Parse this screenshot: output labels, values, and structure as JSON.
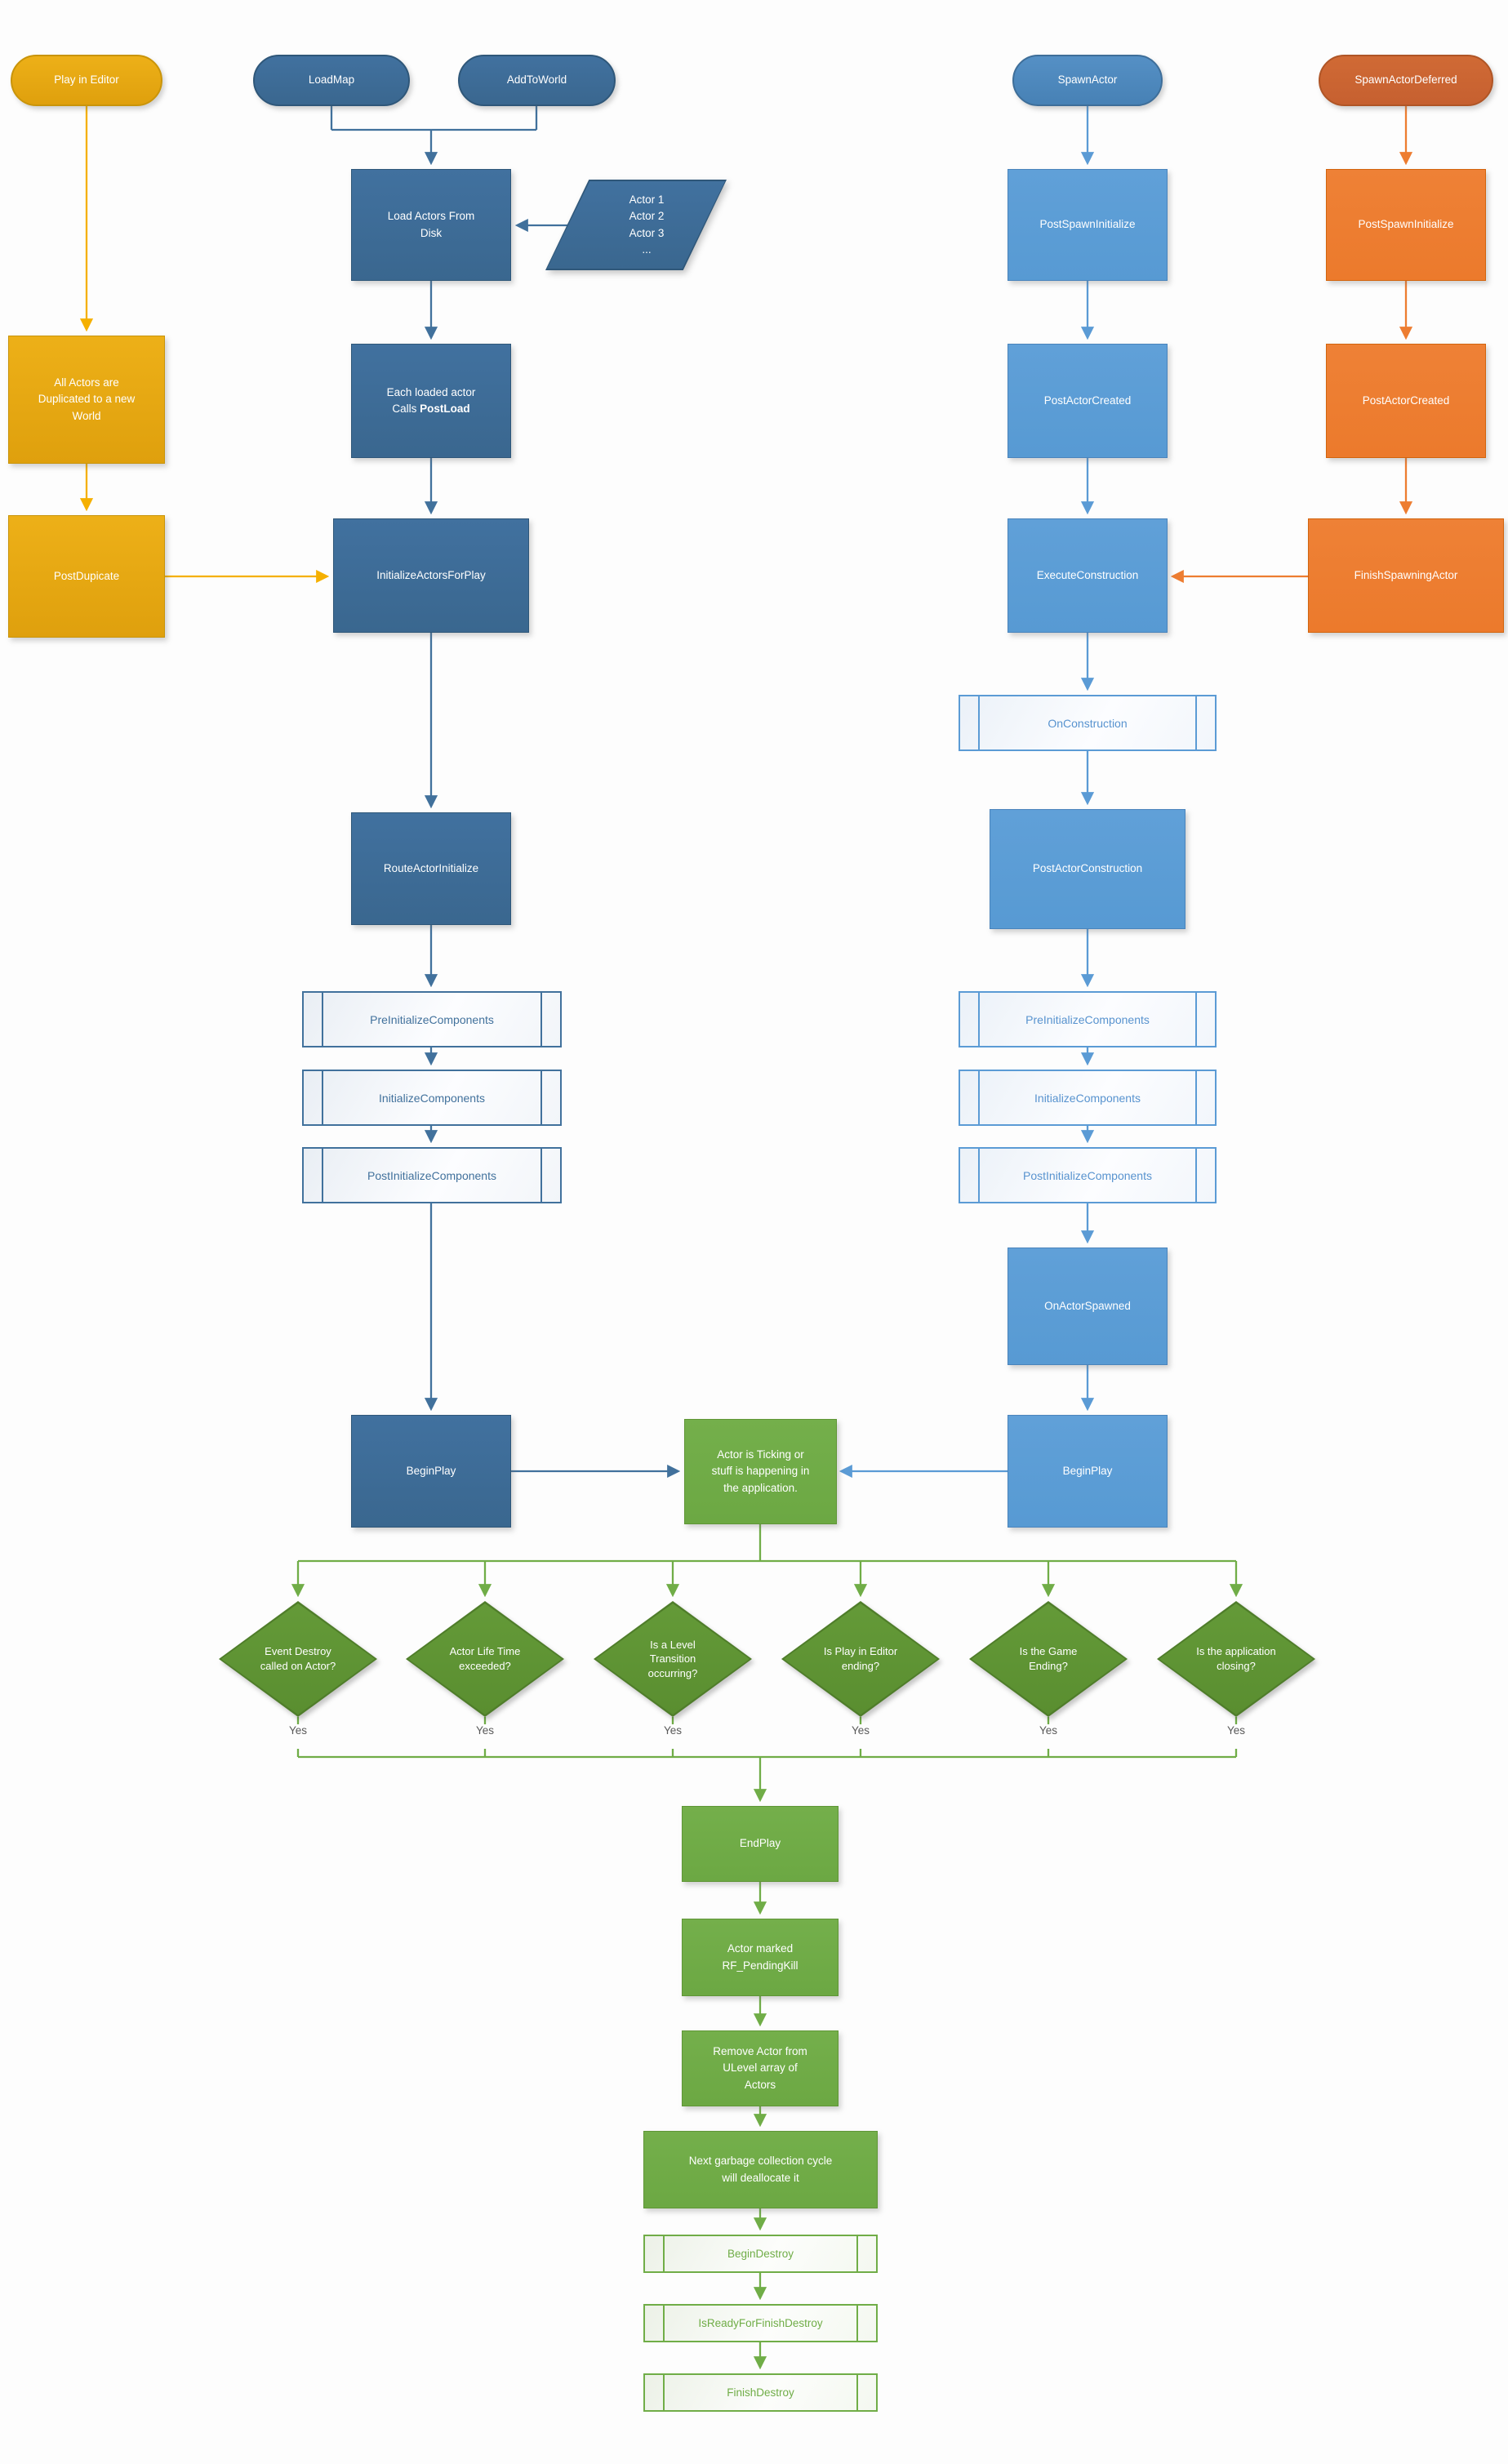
{
  "palette": {
    "gold_fill": "#E4A811",
    "gold_border": "#C9940A",
    "gold_arrow": "#F5B000",
    "blue_dark_fill": "#3D6C9A",
    "blue_dark_border": "#2F5779",
    "blue_dark_arrow": "#41719C",
    "blue_light_fill": "#5B9BD5",
    "blue_light_border": "#4A84BC",
    "blue_oval_fill": "#4D87BB",
    "orange_fill": "#ED7D31",
    "orange_border": "#D2640D",
    "orange_oval_fill": "#CB6532",
    "green_fill": "#70AD47",
    "green_border": "#5F9636",
    "green_diamond_fill": "#5F9433",
    "green_diamond_border": "#4F7D2A",
    "yes_text_color": "#595959"
  },
  "nodes": {
    "play_in_editor": {
      "label": "Play in Editor"
    },
    "load_map": {
      "label": "LoadMap"
    },
    "add_to_world": {
      "label": "AddToWorld"
    },
    "load_actors_from_disk": {
      "label": "Load Actors From\nDisk"
    },
    "actor_list": {
      "label": "Actor 1\nActor 2\nActor 3\n..."
    },
    "all_actors_duplicated": {
      "label": "All Actors are\nDuplicated to a new\nWorld"
    },
    "post_dupicate": {
      "label": "PostDupicate"
    },
    "post_load": {
      "line1": "Each loaded actor",
      "line2_prefix": "Calls ",
      "line2_bold": "PostLoad"
    },
    "initialize_actors_for_play": {
      "label": "InitializeActorsForPlay"
    },
    "route_actor_initialize": {
      "label": "RouteActorInitialize"
    },
    "pre_initialize_components_left": {
      "label": "PreInitializeComponents"
    },
    "initialize_components_left": {
      "label": "InitializeComponents"
    },
    "post_initialize_components_left": {
      "label": "PostInitializeComponents"
    },
    "begin_play_left": {
      "label": "BeginPlay"
    },
    "spawn_actor": {
      "label": "SpawnActor"
    },
    "post_spawn_initialize_blue": {
      "label": "PostSpawnInitialize"
    },
    "post_actor_created_blue": {
      "label": "PostActorCreated"
    },
    "execute_construction": {
      "label": "ExecuteConstruction"
    },
    "on_construction": {
      "label": "OnConstruction"
    },
    "post_actor_construction": {
      "label": "PostActorConstruction"
    },
    "pre_initialize_components_right": {
      "label": "PreInitializeComponents"
    },
    "initialize_components_right": {
      "label": "InitializeComponents"
    },
    "post_initialize_components_right": {
      "label": "PostInitializeComponents"
    },
    "on_actor_spawned": {
      "label": "OnActorSpawned"
    },
    "begin_play_right": {
      "label": "BeginPlay"
    },
    "spawn_actor_deferred": {
      "label": "SpawnActorDeferred"
    },
    "post_spawn_initialize_orange": {
      "label": "PostSpawnInitialize"
    },
    "post_actor_created_orange": {
      "label": "PostActorCreated"
    },
    "finish_spawning_actor": {
      "label": "FinishSpawningActor"
    },
    "actor_ticking": {
      "label": "Actor is Ticking or\nstuff is happening in\nthe application."
    },
    "end_play": {
      "label": "EndPlay"
    },
    "actor_marked_pending_kill": {
      "label": "Actor marked\nRF_PendingKill"
    },
    "remove_actor_from_ulevel": {
      "label": "Remove Actor from\nULevel array of\nActors"
    },
    "next_gc_cycle": {
      "label": "Next garbage collection cycle\nwill deallocate it"
    },
    "begin_destroy": {
      "label": "BeginDestroy"
    },
    "is_ready_for_finish_destroy": {
      "label": "IsReadyForFinishDestroy"
    },
    "finish_destroy": {
      "label": "FinishDestroy"
    }
  },
  "decisions": [
    {
      "label": "Event Destroy\ncalled on Actor?"
    },
    {
      "label": "Actor Life Time\nexceeded?"
    },
    {
      "label": "Is a Level\nTransition\noccurring?"
    },
    {
      "label": "Is Play in Editor\nending?"
    },
    {
      "label": "Is the Game\nEnding?"
    },
    {
      "label": "Is the application\nclosing?"
    }
  ],
  "labels": {
    "yes": "Yes"
  }
}
